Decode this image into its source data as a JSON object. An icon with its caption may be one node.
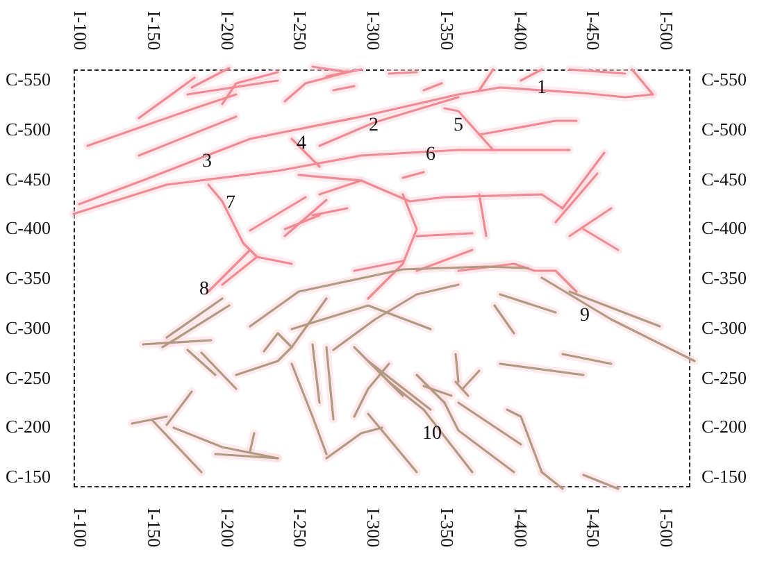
{
  "diagram": {
    "labels": [
      "I-100",
      "I-150",
      "I-200",
      "I-250",
      "I-300",
      "I-350",
      "I-400",
      "I-450",
      "I-500",
      "C-550",
      "C-500",
      "C-450",
      "C-400",
      "C-350",
      "C-300",
      "C-250",
      "C-200",
      "C-150",
      "C-550",
      "C-500",
      "C-450",
      "C-400",
      "C-350",
      "C-300",
      "C-250",
      "C-200",
      "C-150",
      "1",
      "2",
      "3",
      "4",
      "5",
      "6",
      "7",
      "8",
      "9",
      "10",
      "I-100",
      "I-150",
      "I-200",
      "I-250",
      "I-300",
      "I-350",
      "I-400",
      "I-450",
      "I-500"
    ]
  }
}
